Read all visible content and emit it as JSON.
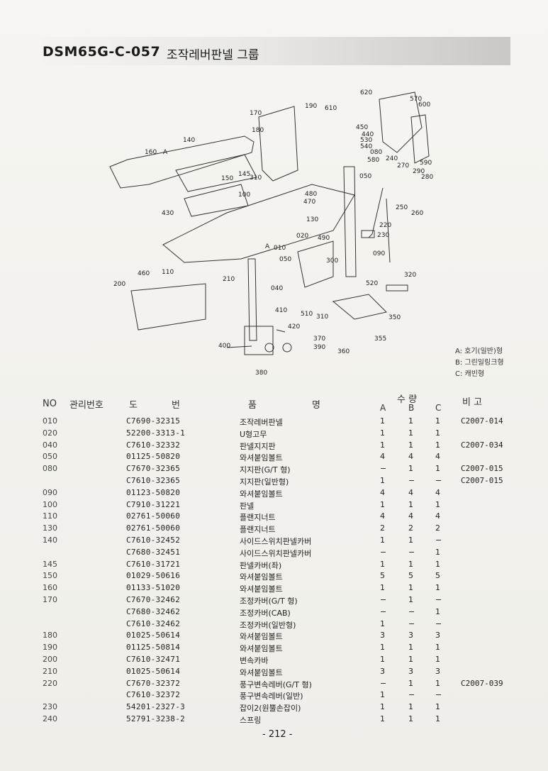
{
  "header": {
    "code": "DSM65G-C-057",
    "title": "조작레버판넬 그룹"
  },
  "diagram": {
    "callouts": [
      "620",
      "610",
      "570",
      "600",
      "190",
      "170",
      "180",
      "450",
      "440",
      "530",
      "540",
      "080",
      "580",
      "590",
      "240",
      "270",
      "290",
      "280",
      "140",
      "160",
      "A",
      "150",
      "145",
      "310",
      "050",
      "100",
      "480",
      "470",
      "430",
      "250",
      "260",
      "130",
      "220",
      "230",
      "020",
      "490",
      "A",
      "010",
      "090",
      "050",
      "300",
      "460",
      "110",
      "210",
      "200",
      "040",
      "520",
      "320",
      "410",
      "420",
      "510",
      "310",
      "350",
      "370",
      "390",
      "360",
      "355",
      "400",
      "380"
    ],
    "legend": [
      "A: 호기(일반)형",
      "B: 그린일링크형",
      "C: 캐빈형"
    ]
  },
  "table": {
    "headers": {
      "no": "NO",
      "mgmt": "관리번호",
      "drawing_do": "도",
      "drawing_beon": "번",
      "name_pum": "품",
      "name_myeong": "명",
      "qty": "수 량",
      "col_a": "A",
      "col_b": "B",
      "col_c": "C",
      "remark": "비 고"
    },
    "rows": [
      {
        "no": "010",
        "dwg": "C7690-32315",
        "name": "조작레버판넬",
        "a": "1",
        "b": "1",
        "c": "1",
        "rem": "C2007-014"
      },
      {
        "no": "020",
        "dwg": "52200-3313-1",
        "name": "U형고무",
        "a": "1",
        "b": "1",
        "c": "1",
        "rem": ""
      },
      {
        "no": "040",
        "dwg": "C7610-32332",
        "name": "판넬지지판",
        "a": "1",
        "b": "1",
        "c": "1",
        "rem": "C2007-034"
      },
      {
        "no": "050",
        "dwg": "01125-50820",
        "name": "와셔붙임볼트",
        "a": "4",
        "b": "4",
        "c": "4",
        "rem": ""
      },
      {
        "no": "080",
        "dwg": "C7670-32365",
        "name": "지지판(G/T 형)",
        "a": "−",
        "b": "1",
        "c": "1",
        "rem": "C2007-015"
      },
      {
        "no": "",
        "dwg": "C7610-32365",
        "name": "지지판(일반형)",
        "a": "1",
        "b": "−",
        "c": "−",
        "rem": "C2007-015"
      },
      {
        "no": "090",
        "dwg": "01123-50820",
        "name": "와셔붙임볼트",
        "a": "4",
        "b": "4",
        "c": "4",
        "rem": ""
      },
      {
        "no": "100",
        "dwg": "C7910-31221",
        "name": "판넬",
        "a": "1",
        "b": "1",
        "c": "1",
        "rem": ""
      },
      {
        "no": "110",
        "dwg": "02761-50060",
        "name": "플랜지너트",
        "a": "4",
        "b": "4",
        "c": "4",
        "rem": ""
      },
      {
        "no": "130",
        "dwg": "02761-50060",
        "name": "플랜지너트",
        "a": "2",
        "b": "2",
        "c": "2",
        "rem": ""
      },
      {
        "no": "140",
        "dwg": "C7610-32452",
        "name": "사이드스위치판넬카버",
        "a": "1",
        "b": "1",
        "c": "−",
        "rem": ""
      },
      {
        "no": "",
        "dwg": "C7680-32451",
        "name": "사이드스위치판넬카버",
        "a": "−",
        "b": "−",
        "c": "1",
        "rem": ""
      },
      {
        "no": "145",
        "dwg": "C7610-31721",
        "name": "판넬카버(좌)",
        "a": "1",
        "b": "1",
        "c": "1",
        "rem": ""
      },
      {
        "no": "150",
        "dwg": "01029-50616",
        "name": "와셔붙임볼트",
        "a": "5",
        "b": "5",
        "c": "5",
        "rem": ""
      },
      {
        "no": "160",
        "dwg": "01133-51020",
        "name": "와셔붙임볼트",
        "a": "1",
        "b": "1",
        "c": "1",
        "rem": ""
      },
      {
        "no": "170",
        "dwg": "C7670-32462",
        "name": "조정카버(G/T 형)",
        "a": "−",
        "b": "1",
        "c": "−",
        "rem": ""
      },
      {
        "no": "",
        "dwg": "C7680-32462",
        "name": "조정카버(CAB)",
        "a": "−",
        "b": "−",
        "c": "1",
        "rem": ""
      },
      {
        "no": "",
        "dwg": "C7610-32462",
        "name": "조정카버(일반형)",
        "a": "1",
        "b": "−",
        "c": "−",
        "rem": ""
      },
      {
        "no": "180",
        "dwg": "01025-50614",
        "name": "와셔붙임볼트",
        "a": "3",
        "b": "3",
        "c": "3",
        "rem": ""
      },
      {
        "no": "190",
        "dwg": "01125-50814",
        "name": "와셔붙임볼트",
        "a": "1",
        "b": "1",
        "c": "1",
        "rem": ""
      },
      {
        "no": "200",
        "dwg": "C7610-32471",
        "name": "변속카바",
        "a": "1",
        "b": "1",
        "c": "1",
        "rem": ""
      },
      {
        "no": "210",
        "dwg": "01025-50614",
        "name": "와셔붙임볼트",
        "a": "3",
        "b": "3",
        "c": "3",
        "rem": ""
      },
      {
        "no": "220",
        "dwg": "C7670-32372",
        "name": "풍구변속레버(G/T 형)",
        "a": "−",
        "b": "1",
        "c": "1",
        "rem": "C2007-039"
      },
      {
        "no": "",
        "dwg": "C7610-32372",
        "name": "풍구변속레버(일반)",
        "a": "1",
        "b": "−",
        "c": "−",
        "rem": ""
      },
      {
        "no": "230",
        "dwg": "54201-2327-3",
        "name": "잡이2(원뿔손잡이)",
        "a": "1",
        "b": "1",
        "c": "1",
        "rem": ""
      },
      {
        "no": "240",
        "dwg": "52791-3238-2",
        "name": "스프링",
        "a": "1",
        "b": "1",
        "c": "1",
        "rem": ""
      }
    ]
  },
  "footer": {
    "page": "- 212 -"
  }
}
